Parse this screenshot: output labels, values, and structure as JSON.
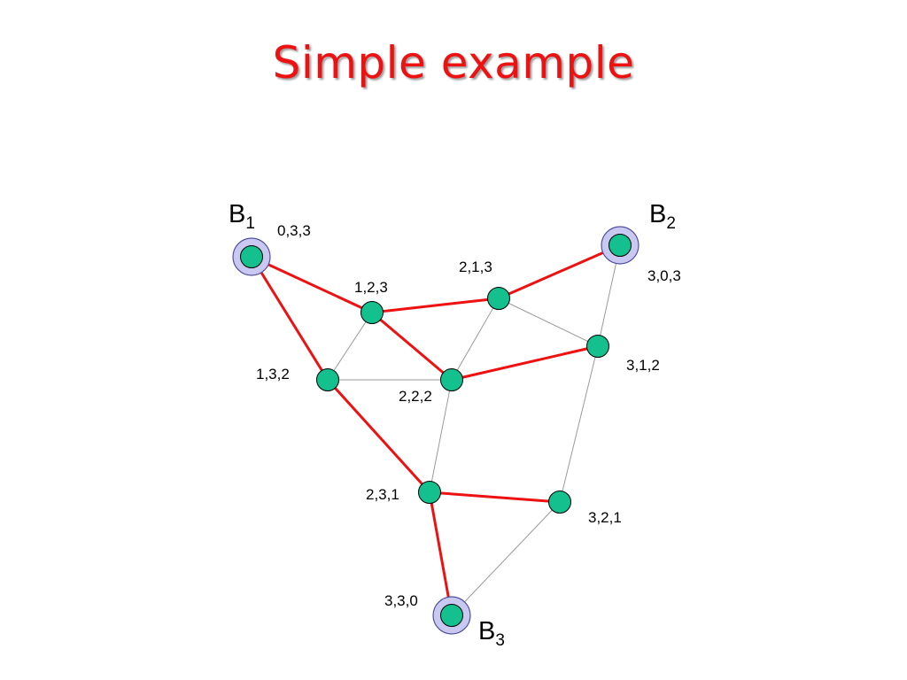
{
  "title": "Simple example",
  "colors": {
    "node_fill": "#13c08e",
    "special_ring": "#c8c8f0",
    "path_edge": "#ee1111",
    "graph_edge": "#9a9a9a",
    "title": "#ee1111"
  },
  "nodes": [
    {
      "id": "n033",
      "label": "0,3,3",
      "special": true,
      "base": "B",
      "sub": "1"
    },
    {
      "id": "n303",
      "label": "3,0,3",
      "special": true,
      "base": "B",
      "sub": "2"
    },
    {
      "id": "n330",
      "label": "3,3,0",
      "special": true,
      "base": "B",
      "sub": "3"
    },
    {
      "id": "n123",
      "label": "1,2,3",
      "special": false
    },
    {
      "id": "n213",
      "label": "2,1,3",
      "special": false
    },
    {
      "id": "n132",
      "label": "1,3,2",
      "special": false
    },
    {
      "id": "n222",
      "label": "2,2,2",
      "special": false
    },
    {
      "id": "n312",
      "label": "3,1,2",
      "special": false
    },
    {
      "id": "n231",
      "label": "2,3,1",
      "special": false
    },
    {
      "id": "n321",
      "label": "3,2,1",
      "special": false
    }
  ],
  "edges": [
    {
      "from": "n123",
      "to": "n132",
      "path": false
    },
    {
      "from": "n132",
      "to": "n222",
      "path": false
    },
    {
      "from": "n213",
      "to": "n222",
      "path": false
    },
    {
      "from": "n213",
      "to": "n312",
      "path": false
    },
    {
      "from": "n303",
      "to": "n312",
      "path": false
    },
    {
      "from": "n312",
      "to": "n321",
      "path": false
    },
    {
      "from": "n222",
      "to": "n231",
      "path": false
    },
    {
      "from": "n321",
      "to": "n330",
      "path": false
    },
    {
      "from": "n033",
      "to": "n123",
      "path": true
    },
    {
      "from": "n123",
      "to": "n213",
      "path": true
    },
    {
      "from": "n213",
      "to": "n303",
      "path": true
    },
    {
      "from": "n123",
      "to": "n222",
      "path": true
    },
    {
      "from": "n222",
      "to": "n312",
      "path": true
    },
    {
      "from": "n033",
      "to": "n132",
      "path": true
    },
    {
      "from": "n132",
      "to": "n231",
      "path": true
    },
    {
      "from": "n231",
      "to": "n321",
      "path": true
    },
    {
      "from": "n231",
      "to": "n330",
      "path": true
    }
  ]
}
